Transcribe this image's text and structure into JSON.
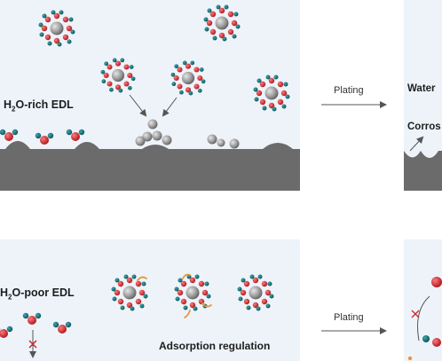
{
  "top": {
    "edl_label_pre": "H",
    "edl_label_sub": "2",
    "edl_label_post": "O-rich EDL",
    "arrow_label": "Plating",
    "right_label_1": "Water",
    "right_label_2": "Corros"
  },
  "bottom": {
    "edl_label_pre": "H",
    "edl_label_sub": "2",
    "edl_label_post": "O-poor EDL",
    "arrow_label": "Plating",
    "regulation_label": "Adsorption regulation"
  },
  "colors": {
    "panel_bg": "#eef3fa",
    "electrode": "#6b6b6b",
    "oxygen": "#c8272d",
    "hydrogen": "#0f6f74",
    "metal_ion": "#9b9b9b",
    "additive": "#e8963a",
    "arrow": "#555555"
  }
}
